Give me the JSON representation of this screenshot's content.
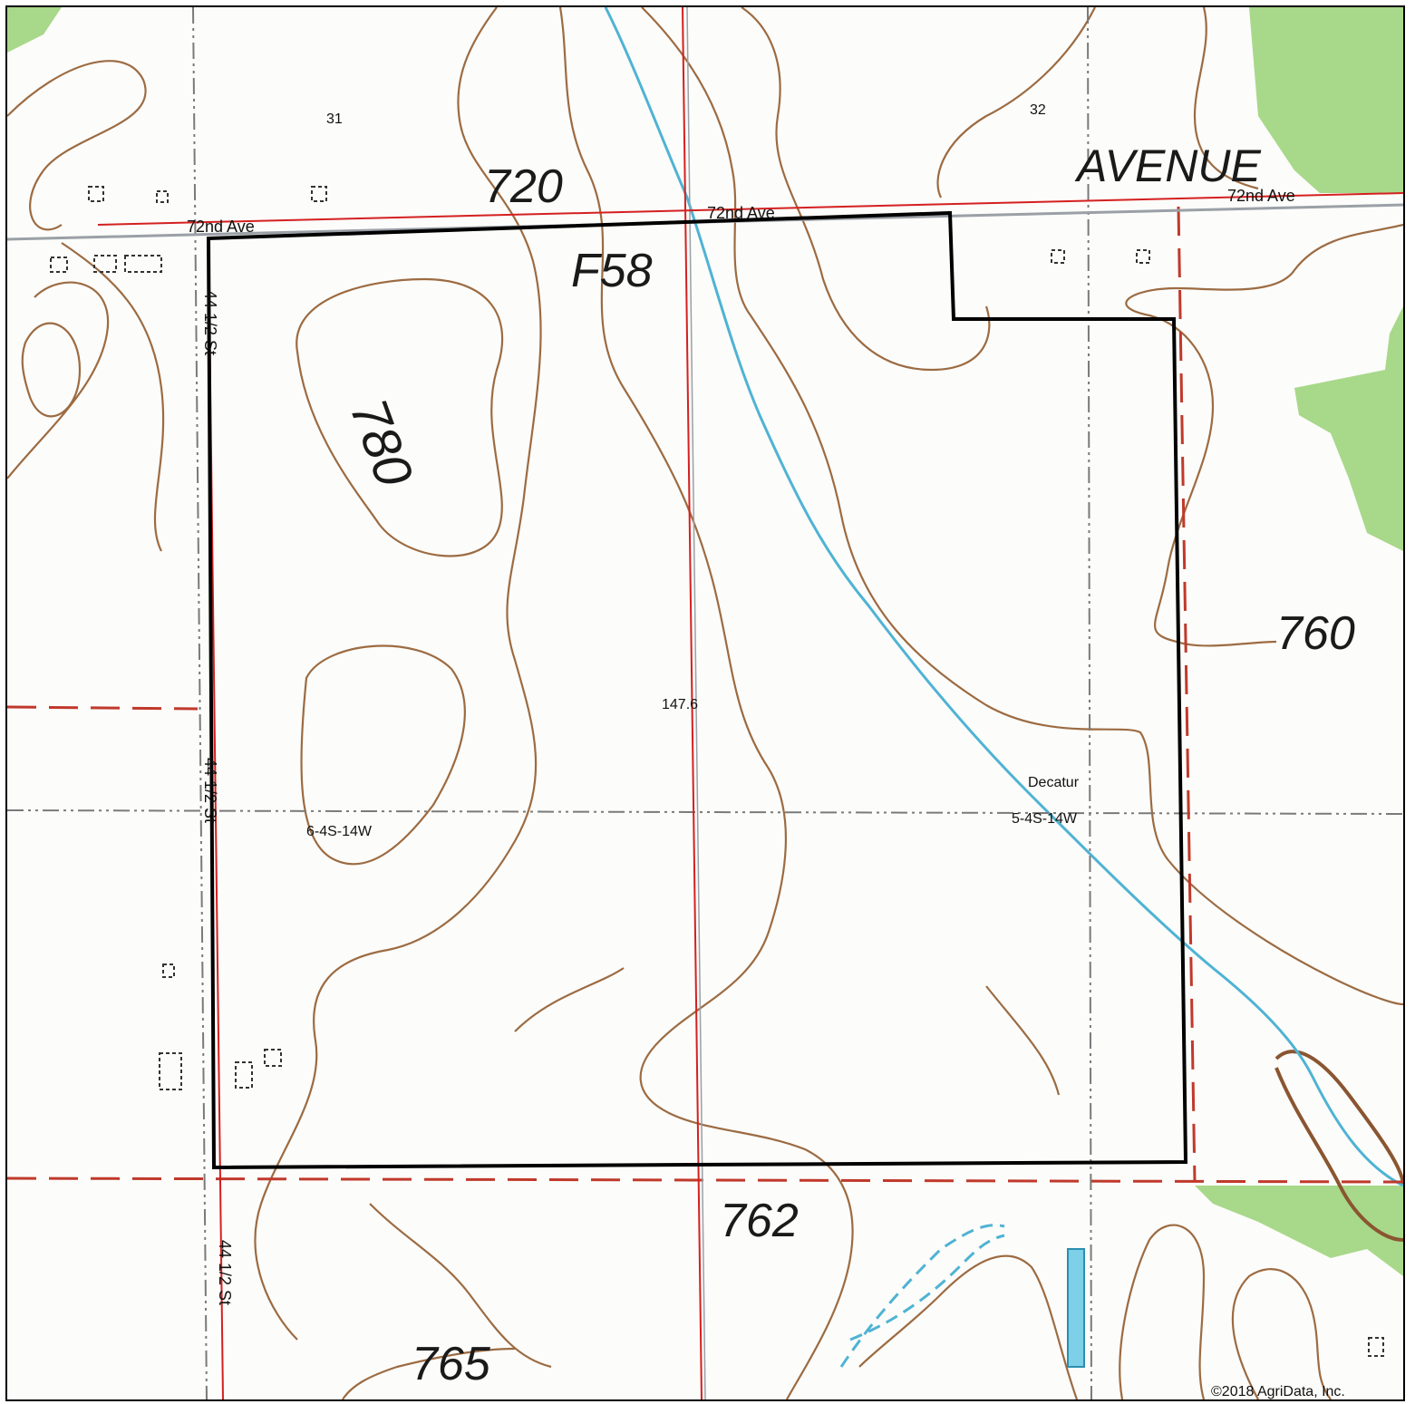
{
  "map": {
    "colors": {
      "contour": "#9c6b42",
      "stream": "#4fb3d4",
      "woods": "#a8d88a",
      "road_red": "#d42020",
      "boundary": "#000000"
    },
    "section_numbers": {
      "sec31": "31",
      "sec32": "32"
    },
    "topo_labels": {
      "label_720": "720",
      "label_f58": "F58",
      "label_avenue": "AVENUE",
      "label_780": "780",
      "label_760": "760",
      "label_762": "762",
      "label_765": "765"
    },
    "roads": {
      "north_west": "72nd Ave",
      "north_center": "72nd Ave",
      "north_east": "72nd Ave",
      "west_upper": "44 1/2 St",
      "west_middle": "44 1/2 St",
      "west_lower": "44 1/2 St"
    },
    "parcel": {
      "acres": "147.6"
    },
    "township_labels": {
      "sw_section": "6-4S-14W",
      "township_name": "Decatur",
      "se_section": "5-4S-14W"
    },
    "copyright": "©2018 AgriData, Inc."
  }
}
